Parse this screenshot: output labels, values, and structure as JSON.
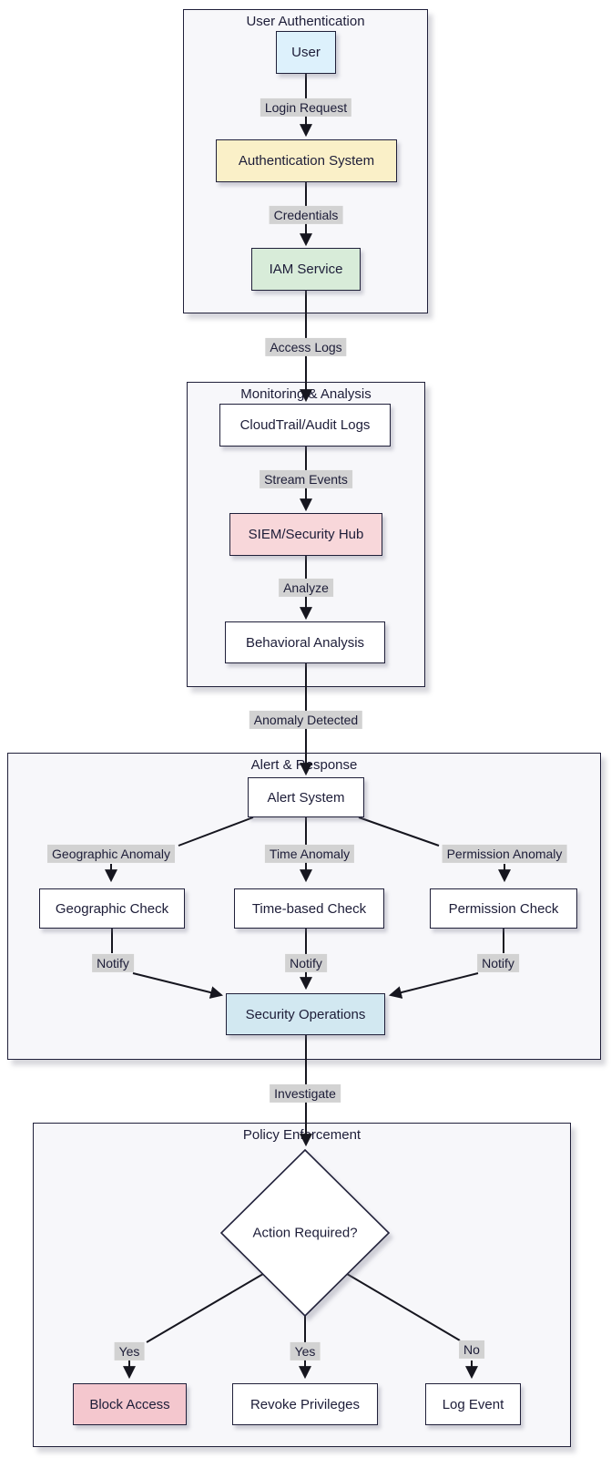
{
  "diagram": {
    "subgraphs": {
      "user_authentication": "User Authentication",
      "monitoring_analysis": "Monitoring & Analysis",
      "alert_response": "Alert & Response",
      "policy_enforcement": "Policy Enforcement"
    },
    "nodes": {
      "user": "User",
      "authentication_system": "Authentication System",
      "iam_service": "IAM Service",
      "cloudtrail": "CloudTrail/Audit Logs",
      "siem": "SIEM/Security Hub",
      "behavioral_analysis": "Behavioral Analysis",
      "alert_system": "Alert System",
      "geographic_check": "Geographic Check",
      "time_check": "Time-based Check",
      "permission_check": "Permission Check",
      "security_operations": "Security Operations",
      "action_required": "Action Required?",
      "block_access": "Block Access",
      "revoke_privileges": "Revoke Privileges",
      "log_event": "Log Event"
    },
    "edge_labels": {
      "login_request": "Login Request",
      "credentials": "Credentials",
      "access_logs": "Access Logs",
      "stream_events": "Stream Events",
      "analyze": "Analyze",
      "anomaly_detected": "Anomaly Detected",
      "geographic_anomaly": "Geographic Anomaly",
      "time_anomaly": "Time Anomaly",
      "permission_anomaly": "Permission Anomaly",
      "notify": "Notify",
      "investigate": "Investigate",
      "yes": "Yes",
      "no": "No"
    },
    "colors": {
      "node_border": "#20203a",
      "node_text": "#1d1d38",
      "line": "#16161f",
      "edge_label_bg": "#d2d2d2",
      "subgraph_fill": "#f7f7fa",
      "user_fill": "#ddf1fc",
      "auth_system_fill": "#faf0c8",
      "iam_fill": "#d8ecd9",
      "siem_fill": "#f8d7da",
      "security_ops_fill": "#d2e8f1",
      "block_access_fill": "#f4c7ce",
      "default_fill": "#ffffff"
    }
  }
}
